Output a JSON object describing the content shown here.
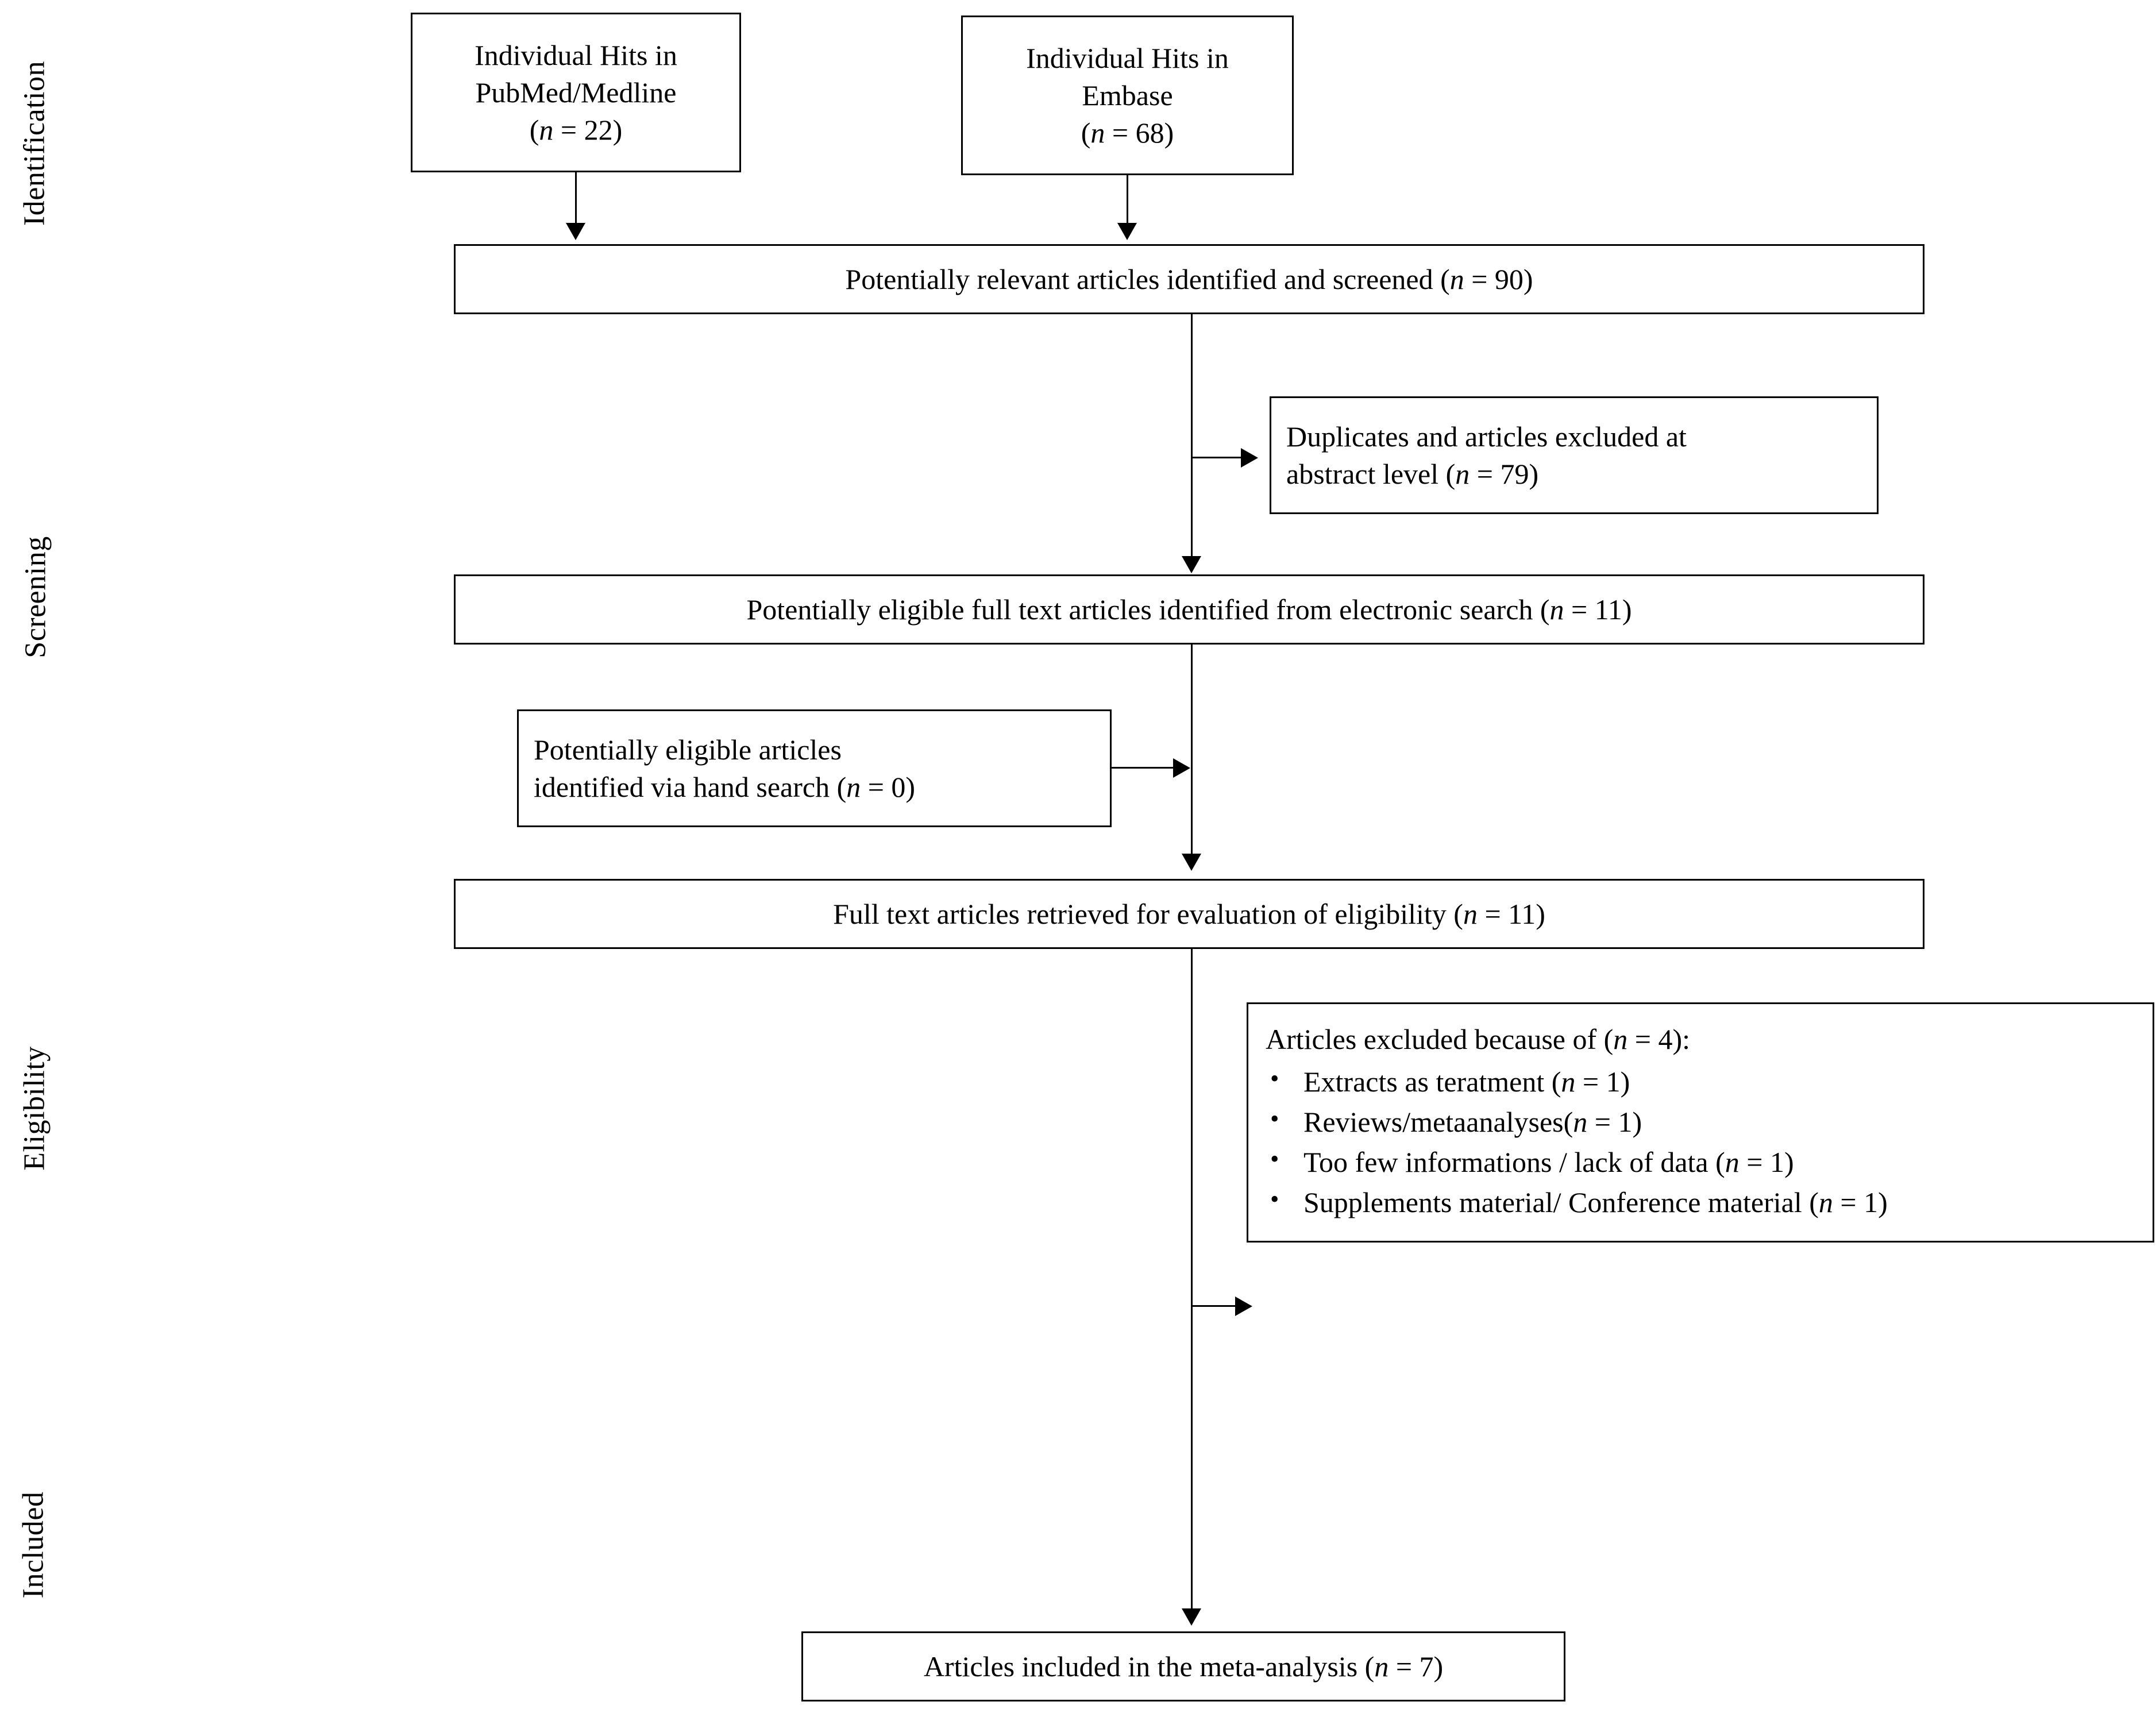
{
  "diagram": {
    "title": "PRISMA study selection flow diagram",
    "type": "flowchart",
    "line_color": "#000000",
    "background_color": "#ffffff",
    "text_color": "#000000"
  },
  "stages": [
    {
      "id": "identification",
      "label": "Identification"
    },
    {
      "id": "screening",
      "label": "Screening"
    },
    {
      "id": "eligibility",
      "label": "Eligibility"
    },
    {
      "id": "included",
      "label": "Included"
    }
  ],
  "boxes": {
    "pubmed": {
      "line1": "Individual Hits in",
      "line2": "PubMed/Medline",
      "count_open": "(",
      "count_var": "n",
      "count_eq": " = 22)",
      "n": 22
    },
    "embase": {
      "line1": "Individual Hits in",
      "line2": "Embase",
      "count_open": "(",
      "count_var": "n",
      "count_eq": " = 68)",
      "n": 68
    },
    "screened": {
      "text_before": "Potentially relevant articles identified and screened (",
      "count_var": "n",
      "text_after": " = 90)",
      "n": 90
    },
    "duplicates_excluded": {
      "line1": "Duplicates and articles excluded at",
      "line2_before": "abstract level (",
      "count_var": "n",
      "line2_after": " = 79)",
      "n": 79
    },
    "eligible_fulltext": {
      "text_before": "Potentially eligible  full text articles identified from electronic search (",
      "count_var": "n",
      "text_after": " = 11)",
      "n": 11
    },
    "hand_search": {
      "line1": "Potentially eligible  articles",
      "line2_before": "identified via hand search (",
      "count_var": "n",
      "line2_after": " = 0)",
      "n": 0
    },
    "retrieved_fulltext": {
      "text_before": "Full text articles retrieved for evaluation of eligibility  (",
      "count_var": "n",
      "text_after": " = 11)",
      "n": 11
    },
    "articles_excluded": {
      "heading_before": "Articles excluded because of (",
      "heading_var": "n",
      "heading_after": " = 4):",
      "n": 4,
      "reasons": [
        {
          "text_before": "Extracts as teratment (",
          "var": "n",
          "text_after": " = 1)",
          "n": 1
        },
        {
          "text_before": "Reviews/metaanalyses(",
          "var": "n",
          "text_after": " = 1)",
          "n": 1
        },
        {
          "text_before": "Too few informations / lack of data (",
          "var": "n",
          "text_after": " = 1)",
          "n": 1
        },
        {
          "text_before": "Supplements material/ Conference material (",
          "var": "n",
          "text_after": " = 1)",
          "n": 1
        }
      ]
    },
    "included_final": {
      "text_before": "Articles included in the meta-analysis (",
      "count_var": "n",
      "text_after": " = 7)",
      "n": 7
    }
  }
}
